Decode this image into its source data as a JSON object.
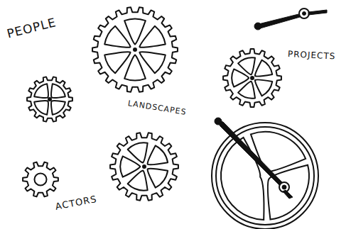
{
  "diagram": {
    "labels": [
      "PEOPLE",
      "LANDSCAPES",
      "PROJECTS",
      "ACTORS"
    ]
  }
}
